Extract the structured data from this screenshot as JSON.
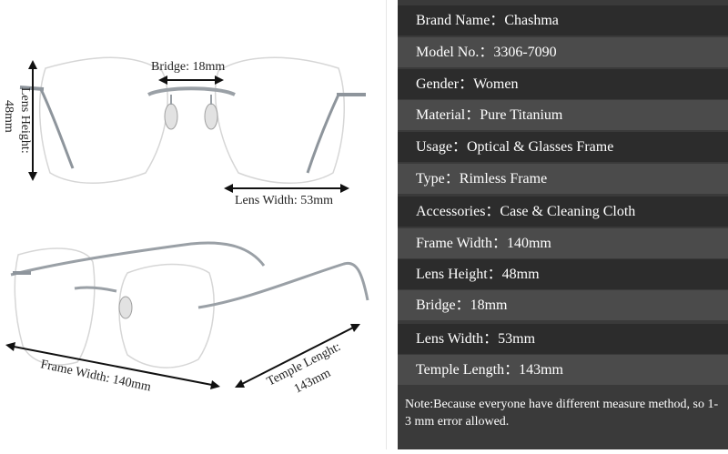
{
  "specs": [
    {
      "label": "Brand Name：",
      "value": "Chashma"
    },
    {
      "label": "Model No.：",
      "value": "3306-7090"
    },
    {
      "label": "Gender：",
      "value": "Women"
    },
    {
      "label": "Material：",
      "value": "Pure Titanium"
    },
    {
      "label": "Usage：",
      "value": "Optical & Glasses Frame"
    },
    {
      "label": "Type：",
      "value": "Rimless Frame"
    },
    {
      "label": "Accessories：",
      "value": "Case & Cleaning Cloth"
    },
    {
      "label": "Frame Width：",
      "value": "140mm"
    },
    {
      "label": "Lens Height：",
      "value": "48mm"
    },
    {
      "label": "Bridge：",
      "value": "18mm"
    },
    {
      "label": "Lens Width：",
      "value": "53mm"
    },
    {
      "label": "Temple Length：",
      "value": "143mm"
    }
  ],
  "note": "Note:Because everyone have different measure method, so 1-3 mm error allowed.",
  "diagram": {
    "bridge_label": "Bridge: 18mm",
    "lens_height_label": "Lens Height:",
    "lens_height_value": "48mm",
    "lens_width_label": "Lens Width: 53mm",
    "frame_width_label": "Frame Width:  140mm",
    "temple_length_label": "Temple Lenght:",
    "temple_length_value": "143mm"
  },
  "colors": {
    "panel_bg": "#3a3a3a",
    "row_dark": "#2c2c2c",
    "row_light": "#4b4b4b",
    "frame_metal": "#9aa0a6"
  }
}
